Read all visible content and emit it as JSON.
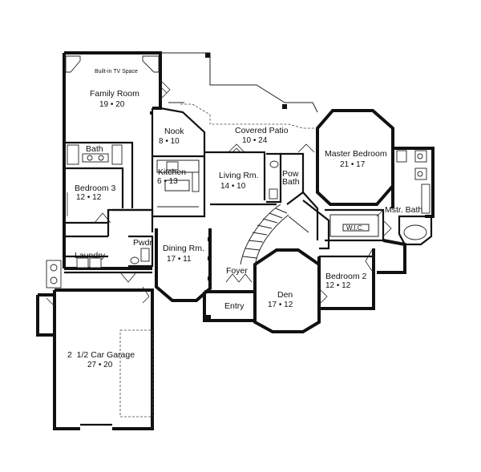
{
  "rooms": {
    "tv_space": "Built-in TV Space",
    "family_room": {
      "name": "Family Room",
      "dims": "19 • 20"
    },
    "nook": {
      "name": "Nook",
      "dims": "8 • 10"
    },
    "covered_patio": {
      "name": "Covered Patio",
      "dims": "10 • 24"
    },
    "master_bedroom": {
      "name": "Master Bedroom",
      "dims": "21 • 17"
    },
    "bath": {
      "name": "Bath"
    },
    "kitchen": {
      "name": "Kitchen",
      "dims": "6 • 13"
    },
    "bedroom3": {
      "name": "Bedroom 3",
      "dims": "12 • 12"
    },
    "living_room": {
      "name": "Living Rm.",
      "dims": "14 • 10"
    },
    "powder_bath": {
      "name_1": "Pow",
      "name_2": "Bath"
    },
    "mstr_bath": {
      "name": "Mstr. Bath"
    },
    "wic": {
      "name": "W.I.C."
    },
    "pwdr": {
      "name": "Pwdr"
    },
    "laundry": {
      "name": "Laundry"
    },
    "dining_room": {
      "name": "Dining Rm.",
      "dims": "17 • 11"
    },
    "foyer": {
      "name": "Foyer"
    },
    "bedroom2": {
      "name": "Bedroom 2",
      "dims": "12 • 12"
    },
    "den": {
      "name": "Den",
      "dims": "17 • 12"
    },
    "entry": {
      "name": "Entry"
    },
    "garage": {
      "name": "2  1/2 Car Garage",
      "dims": "27 • 20"
    }
  }
}
